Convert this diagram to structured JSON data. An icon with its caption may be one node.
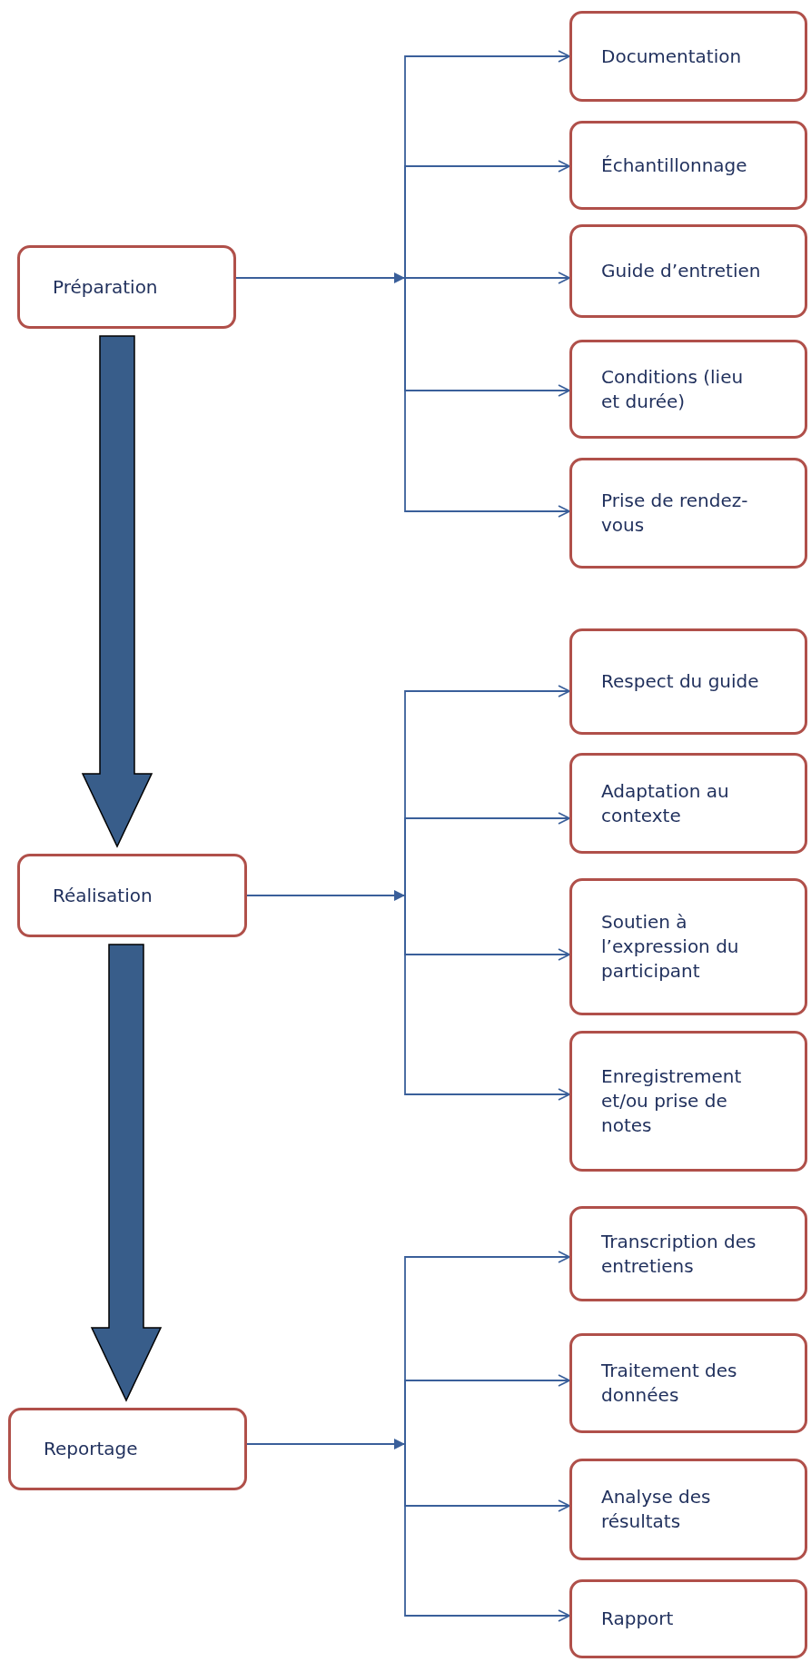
{
  "diagram": {
    "nodes": [
      {
        "text": [
          "Préparation"
        ]
      },
      {
        "text": [
          "Documentation"
        ]
      },
      {
        "text": [
          "Échantillonnage"
        ]
      },
      {
        "text": [
          "Guide d’entretien"
        ]
      },
      {
        "text": [
          "Conditions (lieu et durée)"
        ]
      },
      {
        "text": [
          "Prise de rendez-vous"
        ]
      },
      {
        "text": [
          "Réalisation"
        ]
      },
      {
        "text": [
          "Respect du guide"
        ]
      },
      {
        "text": [
          "Adaptation au contexte"
        ]
      },
      {
        "text": [
          "Soutien à l’expression du participant"
        ]
      },
      {
        "text": [
          "Enregistrement et/ou prise de notes"
        ]
      },
      {
        "text": [
          "Reportage"
        ]
      },
      {
        "text": [
          "Transcription des entretiens"
        ]
      },
      {
        "text": [
          "Traitement des données"
        ]
      },
      {
        "text": [
          "Analyse des résultats"
        ]
      },
      {
        "text": [
          "Rapport"
        ]
      }
    ],
    "edges": [
      {
        "from": 0,
        "to": 1,
        "arrow": "to"
      },
      {
        "from": 0,
        "to": 2,
        "arrow": "to"
      },
      {
        "from": 0,
        "to": 3,
        "arrow": "to"
      },
      {
        "from": 0,
        "to": 4,
        "arrow": "to"
      },
      {
        "from": 0,
        "to": 5,
        "arrow": "to"
      },
      {
        "from": 6,
        "to": 7,
        "arrow": "to"
      },
      {
        "from": 6,
        "to": 8,
        "arrow": "to"
      },
      {
        "from": 6,
        "to": 9,
        "arrow": "to"
      },
      {
        "from": 6,
        "to": 10,
        "arrow": "to"
      },
      {
        "from": 11,
        "to": 12,
        "arrow": "to"
      },
      {
        "from": 11,
        "to": 13,
        "arrow": "to"
      },
      {
        "from": 11,
        "to": 14,
        "arrow": "to"
      },
      {
        "from": 11,
        "to": 15,
        "arrow": "to"
      },
      {
        "from": 0,
        "to": 6,
        "arrow": "to",
        "style": "thick",
        "color": "#385d8a"
      },
      {
        "from": 6,
        "to": 11,
        "arrow": "to",
        "style": "thick",
        "color": "#385d8a"
      }
    ]
  }
}
